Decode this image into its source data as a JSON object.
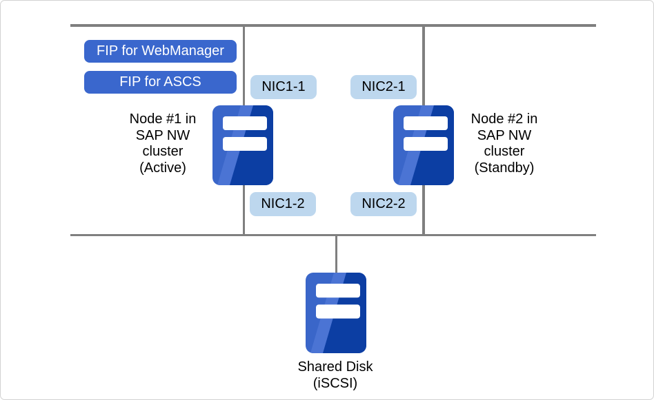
{
  "colors": {
    "accent_blue": "#3a67cd",
    "nic_fill": "#bdd7ee",
    "server_base": "#3a66c9",
    "server_highlight": "#4b74d4",
    "server_shade": "#0c3ea3",
    "line_gray": "#7f7f7f",
    "text": "#000000",
    "border": "#d2d2d2"
  },
  "fip_labels": [
    {
      "label": "FIP for WebManager"
    },
    {
      "label": "FIP for ASCS"
    }
  ],
  "nics": [
    {
      "label": "NIC1-1"
    },
    {
      "label": "NIC2-1"
    },
    {
      "label": "NIC1-2"
    },
    {
      "label": "NIC2-2"
    }
  ],
  "nodes": [
    {
      "lines": [
        "Node #1 in",
        "SAP NW",
        "cluster",
        "(Active)"
      ]
    },
    {
      "lines": [
        "Node #2 in",
        "SAP NW",
        "cluster",
        "(Standby)"
      ]
    }
  ],
  "shared_disk": {
    "lines": [
      "Shared Disk",
      "(iSCSI)"
    ]
  },
  "icons": {
    "server": "server-icon"
  }
}
